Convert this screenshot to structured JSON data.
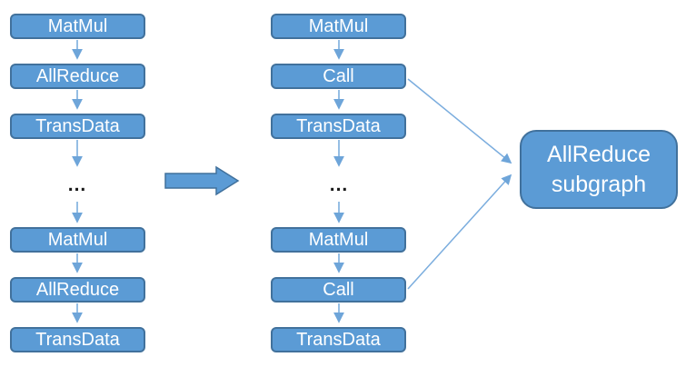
{
  "diagram": {
    "left_column": {
      "top_nodes": [
        "MatMul",
        "AllReduce",
        "TransData"
      ],
      "ellipsis": "...",
      "bottom_nodes": [
        "MatMul",
        "AllReduce",
        "TransData"
      ]
    },
    "middle_column": {
      "top_nodes": [
        "MatMul",
        "Call",
        "TransData"
      ],
      "ellipsis": "...",
      "bottom_nodes": [
        "MatMul",
        "Call",
        "TransData"
      ]
    },
    "subgraph": {
      "line1": "AllReduce",
      "line2": "subgraph"
    },
    "colors": {
      "node_fill": "#5b9bd5",
      "node_border": "#41719c",
      "node_text": "#ffffff",
      "connector": "#6ea5d9",
      "big_arrow_fill": "#5b9bd5",
      "big_arrow_border": "#41719c",
      "ellipsis_text": "#1a1a1a"
    }
  }
}
